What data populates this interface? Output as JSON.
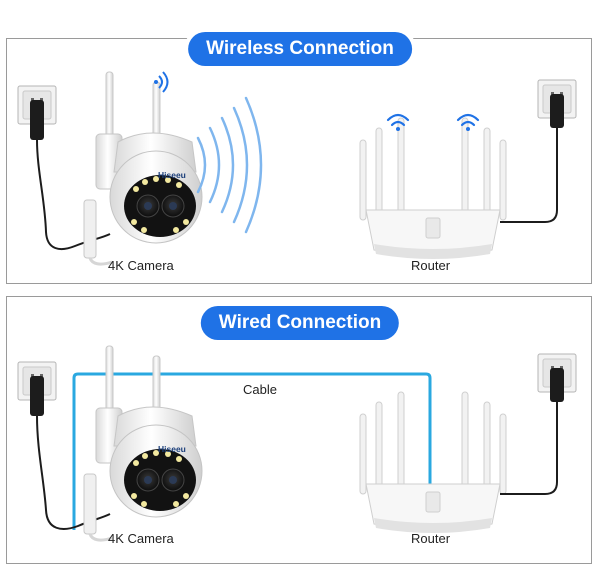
{
  "sections": {
    "wireless": {
      "title": "Wireless Connection",
      "camera_label": "4K Camera",
      "router_label": "Router"
    },
    "wired": {
      "title": "Wired Connection",
      "camera_label": "4K Camera",
      "router_label": "Router",
      "cable_label": "Cable"
    }
  },
  "camera": {
    "brand": "Hiseeu"
  },
  "colors": {
    "accent": "#1f72e6",
    "cable": "#2aa8e0",
    "wave": "#7fb6ee",
    "camera_body": "#f4f4f4",
    "camera_lens": "#1a1a1a"
  }
}
